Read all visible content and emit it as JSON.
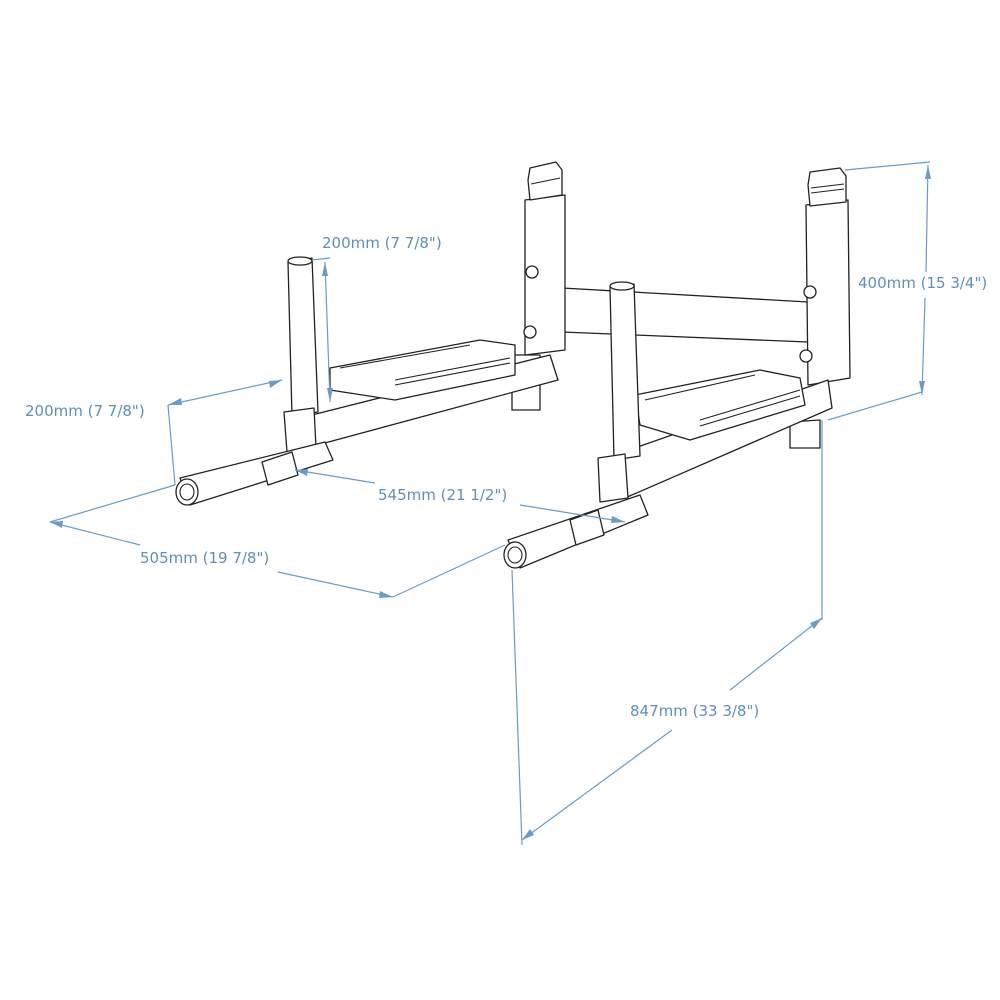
{
  "title": "Wall-mounted dip station dimensions",
  "dimensions": {
    "post_height": "200mm (7 7/8\")",
    "handle_extension": "200mm (7 7/8\")",
    "bracket_height": "400mm (15 3/4\")",
    "handle_spacing": "545mm (21 1/2\")",
    "depth": "505mm (19 7/8\")",
    "overall_width": "847mm (33 3/8\")"
  },
  "colors": {
    "dimension": "#6a9cc6",
    "line_art": "#222222"
  }
}
